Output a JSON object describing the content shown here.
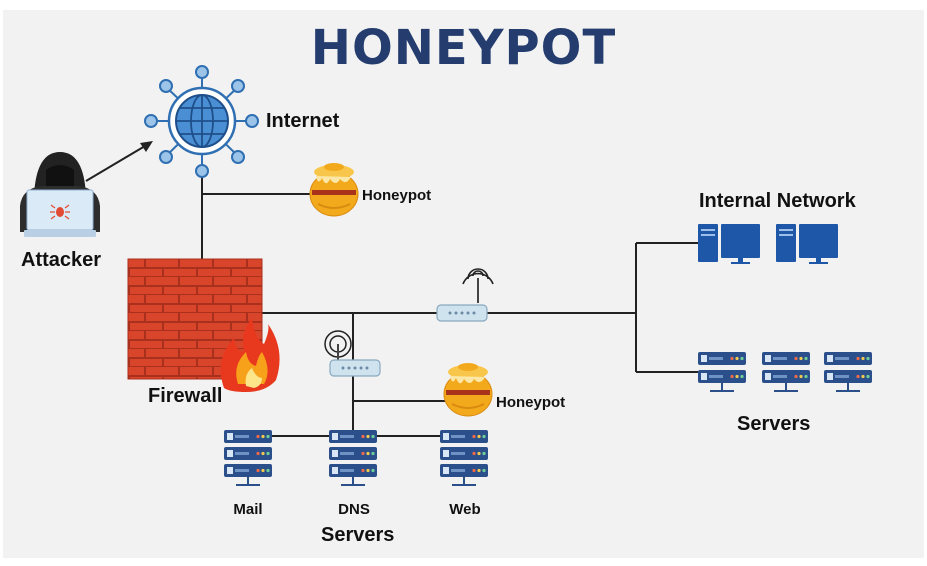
{
  "title": "HONEYPOT",
  "labels": {
    "internet": "Internet",
    "attacker": "Attacker",
    "firewall": "Firewall",
    "honeypot_top": "Honeypot",
    "honeypot_mid": "Honeypot",
    "internal_network": "Internal Network",
    "internal_servers": "Servers",
    "mail": "Mail",
    "dns": "DNS",
    "web": "Web",
    "dmz_servers": "Servers"
  },
  "colors": {
    "title": "#243d6e",
    "globe": "#2f6fb2",
    "brick": "#d9452b",
    "flame": "#e8391e",
    "honey": "#f3a91c",
    "server": "#2b4f8a",
    "computer": "#1f57a8",
    "router": "#cfe3ef"
  }
}
